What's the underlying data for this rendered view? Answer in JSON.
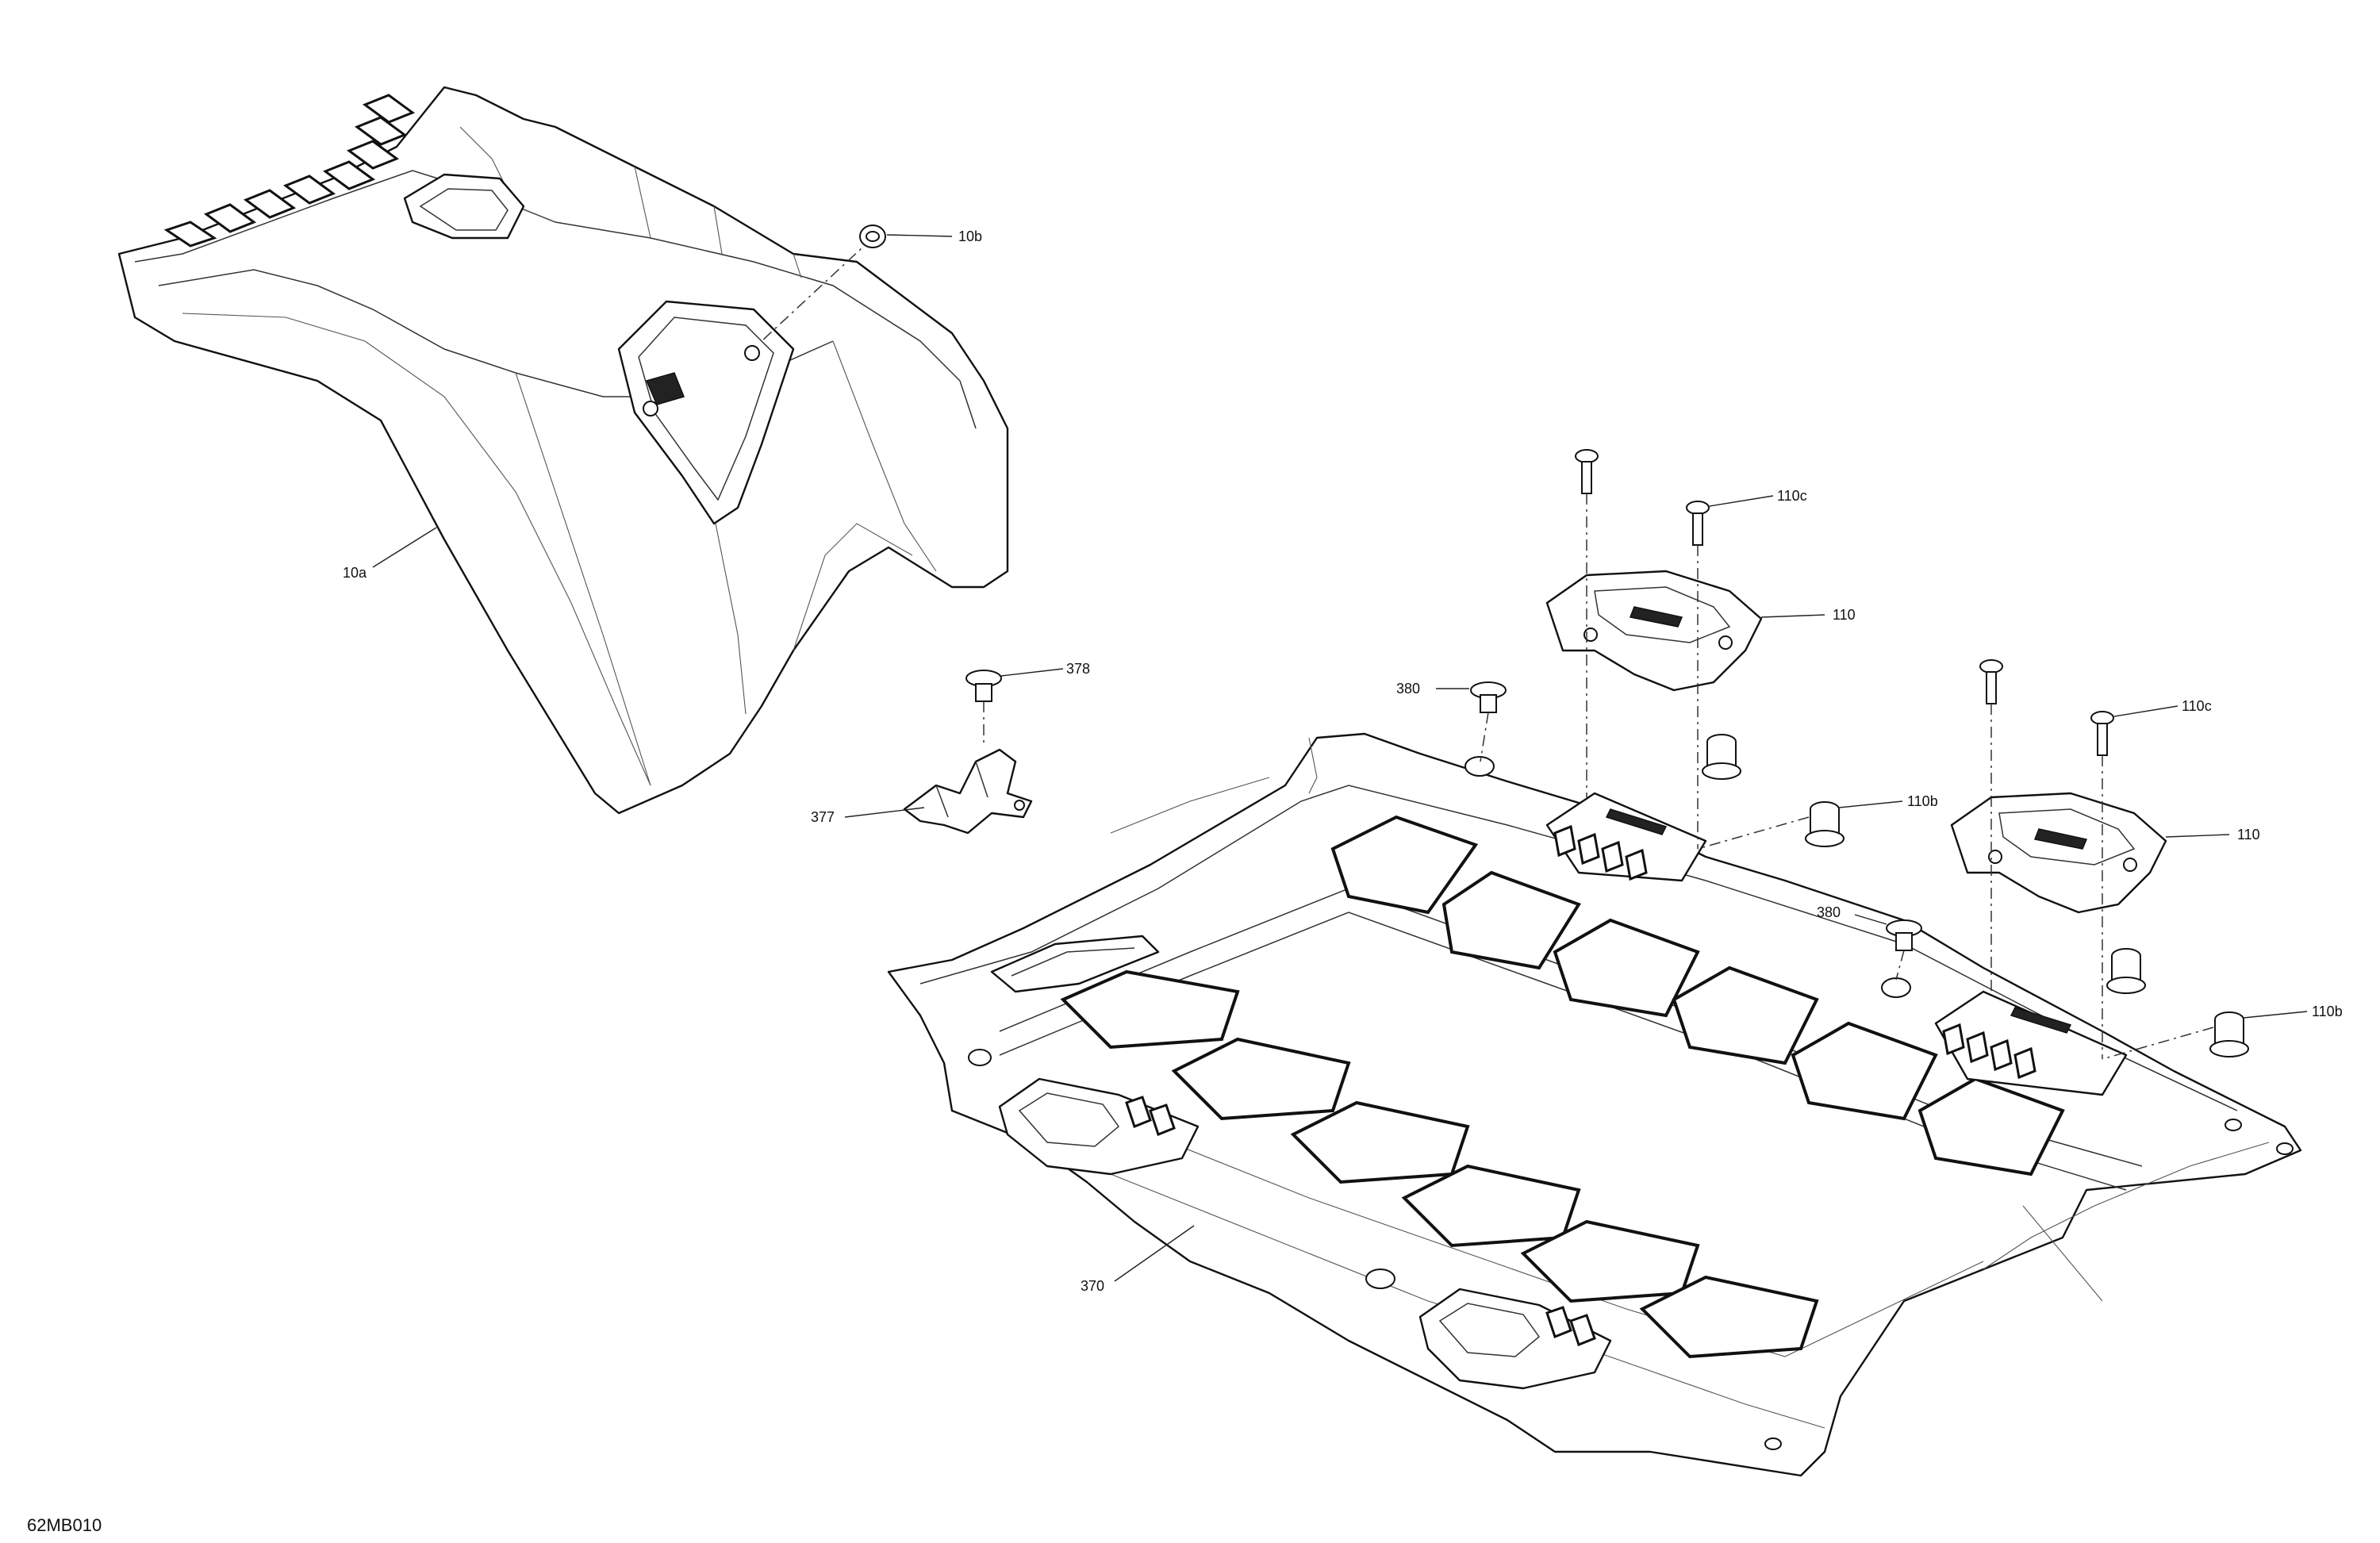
{
  "figure": {
    "code": "62MB010"
  },
  "callouts": [
    {
      "id": "10b",
      "label": "10b"
    },
    {
      "id": "10a",
      "label": "10a"
    },
    {
      "id": "378",
      "label": "378"
    },
    {
      "id": "377",
      "label": "377"
    },
    {
      "id": "110c-1",
      "label": "110c"
    },
    {
      "id": "110-1",
      "label": "110"
    },
    {
      "id": "380-1",
      "label": "380"
    },
    {
      "id": "110b-1",
      "label": "110b"
    },
    {
      "id": "110c-2",
      "label": "110c"
    },
    {
      "id": "110-2",
      "label": "110"
    },
    {
      "id": "380-2",
      "label": "380"
    },
    {
      "id": "110b-2",
      "label": "110b"
    },
    {
      "id": "370",
      "label": "370"
    }
  ],
  "colors": {
    "line": "#111111",
    "background": "#ffffff"
  }
}
